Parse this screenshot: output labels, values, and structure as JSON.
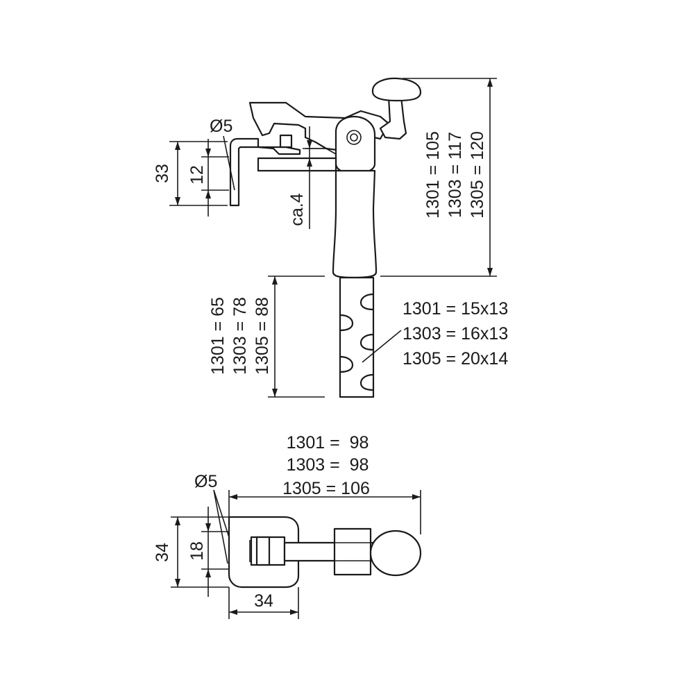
{
  "side_view": {
    "diameter": "Ø5",
    "dim_outer": "33",
    "dim_inner": "12",
    "gap": "ca.4",
    "height_dims": [
      "1301 = 105",
      "1303 = 117",
      "1305 = 120"
    ],
    "shaft_dims": [
      "1301 = 65",
      "1303 = 78",
      "1305 = 88"
    ],
    "section_dims": [
      "1301 = 15x13",
      "1303 = 16x13",
      "1305 = 20x14"
    ]
  },
  "top_view": {
    "length_dims": [
      "1301 =  98",
      "1303 =  98",
      "1305 = 106"
    ],
    "diameter": "Ø5",
    "dim_outer": "34",
    "dim_inner": "18",
    "width": "34"
  }
}
